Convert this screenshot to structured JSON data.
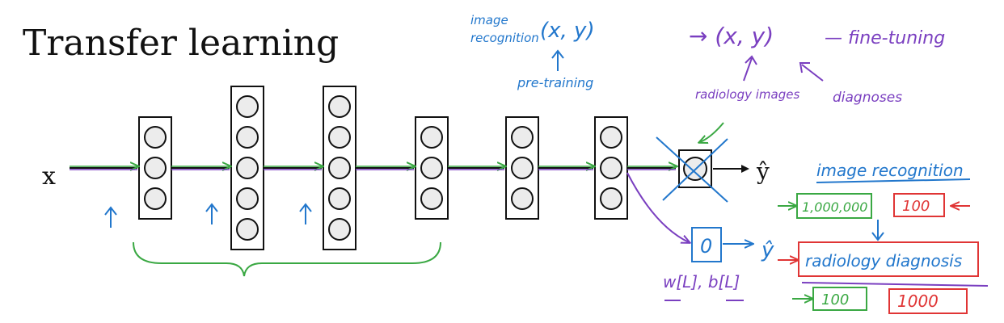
{
  "slide": {
    "title": "Transfer learning",
    "input_label": "x",
    "output_label": "ŷ",
    "new_output_label": "ŷ",
    "new_node_label": "0"
  },
  "annotations": {
    "top_note_line1": "image",
    "top_note_line2": "recognition",
    "top_xy": "(x, y)",
    "pretraining": "pre-training",
    "purple_xy": "→ (x, y)",
    "fine_tuning": "— fine-tuning",
    "radiology_images": "radiology images",
    "diagnoses": "diagnoses",
    "weights": "w[L], b[L]",
    "image_recognition": "image recognition",
    "count_1m": "1,000,000",
    "count_100_red": "100",
    "radiology_diagnosis": "radiology diagnosis",
    "count_100_green": "100",
    "count_1000_red": "1000"
  },
  "colors": {
    "green": "#3aa843",
    "purple": "#7a3fc0",
    "blue": "#2277cc",
    "red": "#e03535",
    "black": "#111111"
  },
  "network": {
    "layer_node_counts": [
      3,
      5,
      5,
      3,
      3,
      3
    ]
  }
}
